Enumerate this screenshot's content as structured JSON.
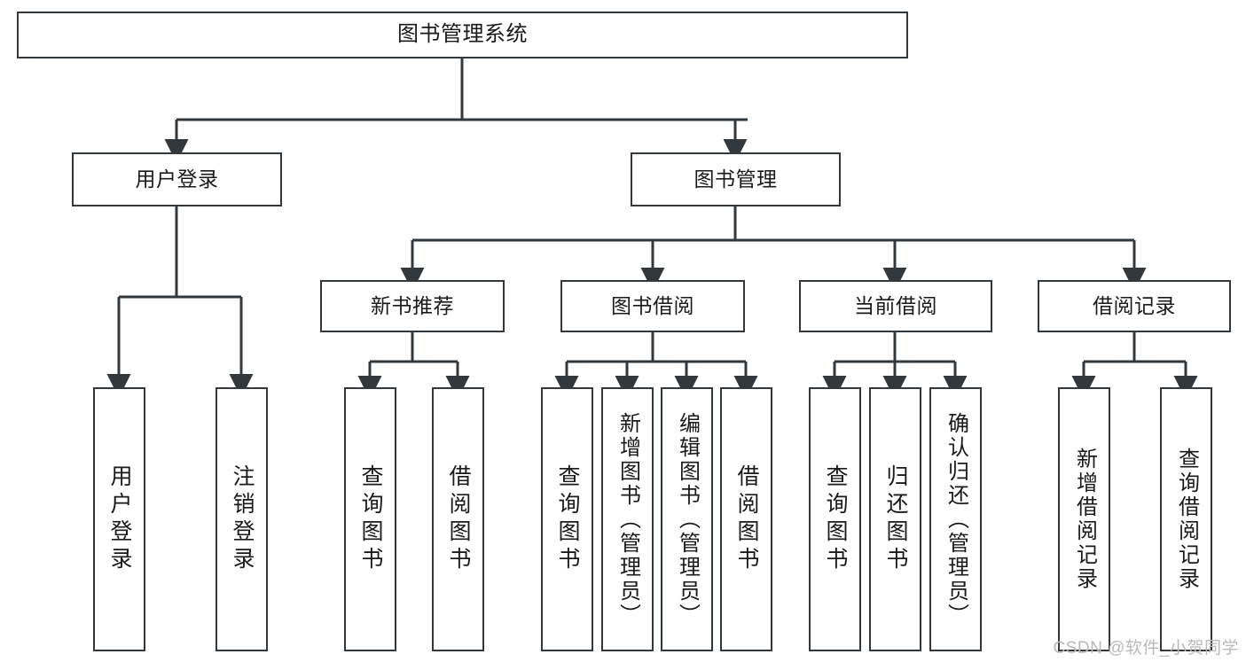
{
  "diagram": {
    "type": "tree",
    "title": "图书管理系统",
    "watermark": "CSDN @软件_小贺同学",
    "root": {
      "label": "图书管理系统"
    },
    "level1": [
      {
        "label": "用户登录"
      },
      {
        "label": "图书管理"
      }
    ],
    "level2": [
      {
        "label": "新书推荐"
      },
      {
        "label": "图书借阅"
      },
      {
        "label": "当前借阅"
      },
      {
        "label": "借阅记录"
      }
    ],
    "leaves": {
      "user_login": [
        {
          "label": "用户登录"
        },
        {
          "label": "注销登录"
        }
      ],
      "new_book": [
        {
          "label": "查询图书"
        },
        {
          "label": "借阅图书"
        }
      ],
      "borrow": [
        {
          "label": "查询图书"
        },
        {
          "label": "新增图书（管理员）"
        },
        {
          "label": "编辑图书（管理员）"
        },
        {
          "label": "借阅图书"
        }
      ],
      "current": [
        {
          "label": "查询图书"
        },
        {
          "label": "归还图书"
        },
        {
          "label": "确认归还（管理员）"
        }
      ],
      "records": [
        {
          "label": "新增借阅记录"
        },
        {
          "label": "查询借阅记录"
        }
      ]
    },
    "colors": {
      "stroke": "#33383d",
      "fill": "#ffffff",
      "text": "#1a1a1a",
      "watermark": "#b9b9b9"
    }
  }
}
